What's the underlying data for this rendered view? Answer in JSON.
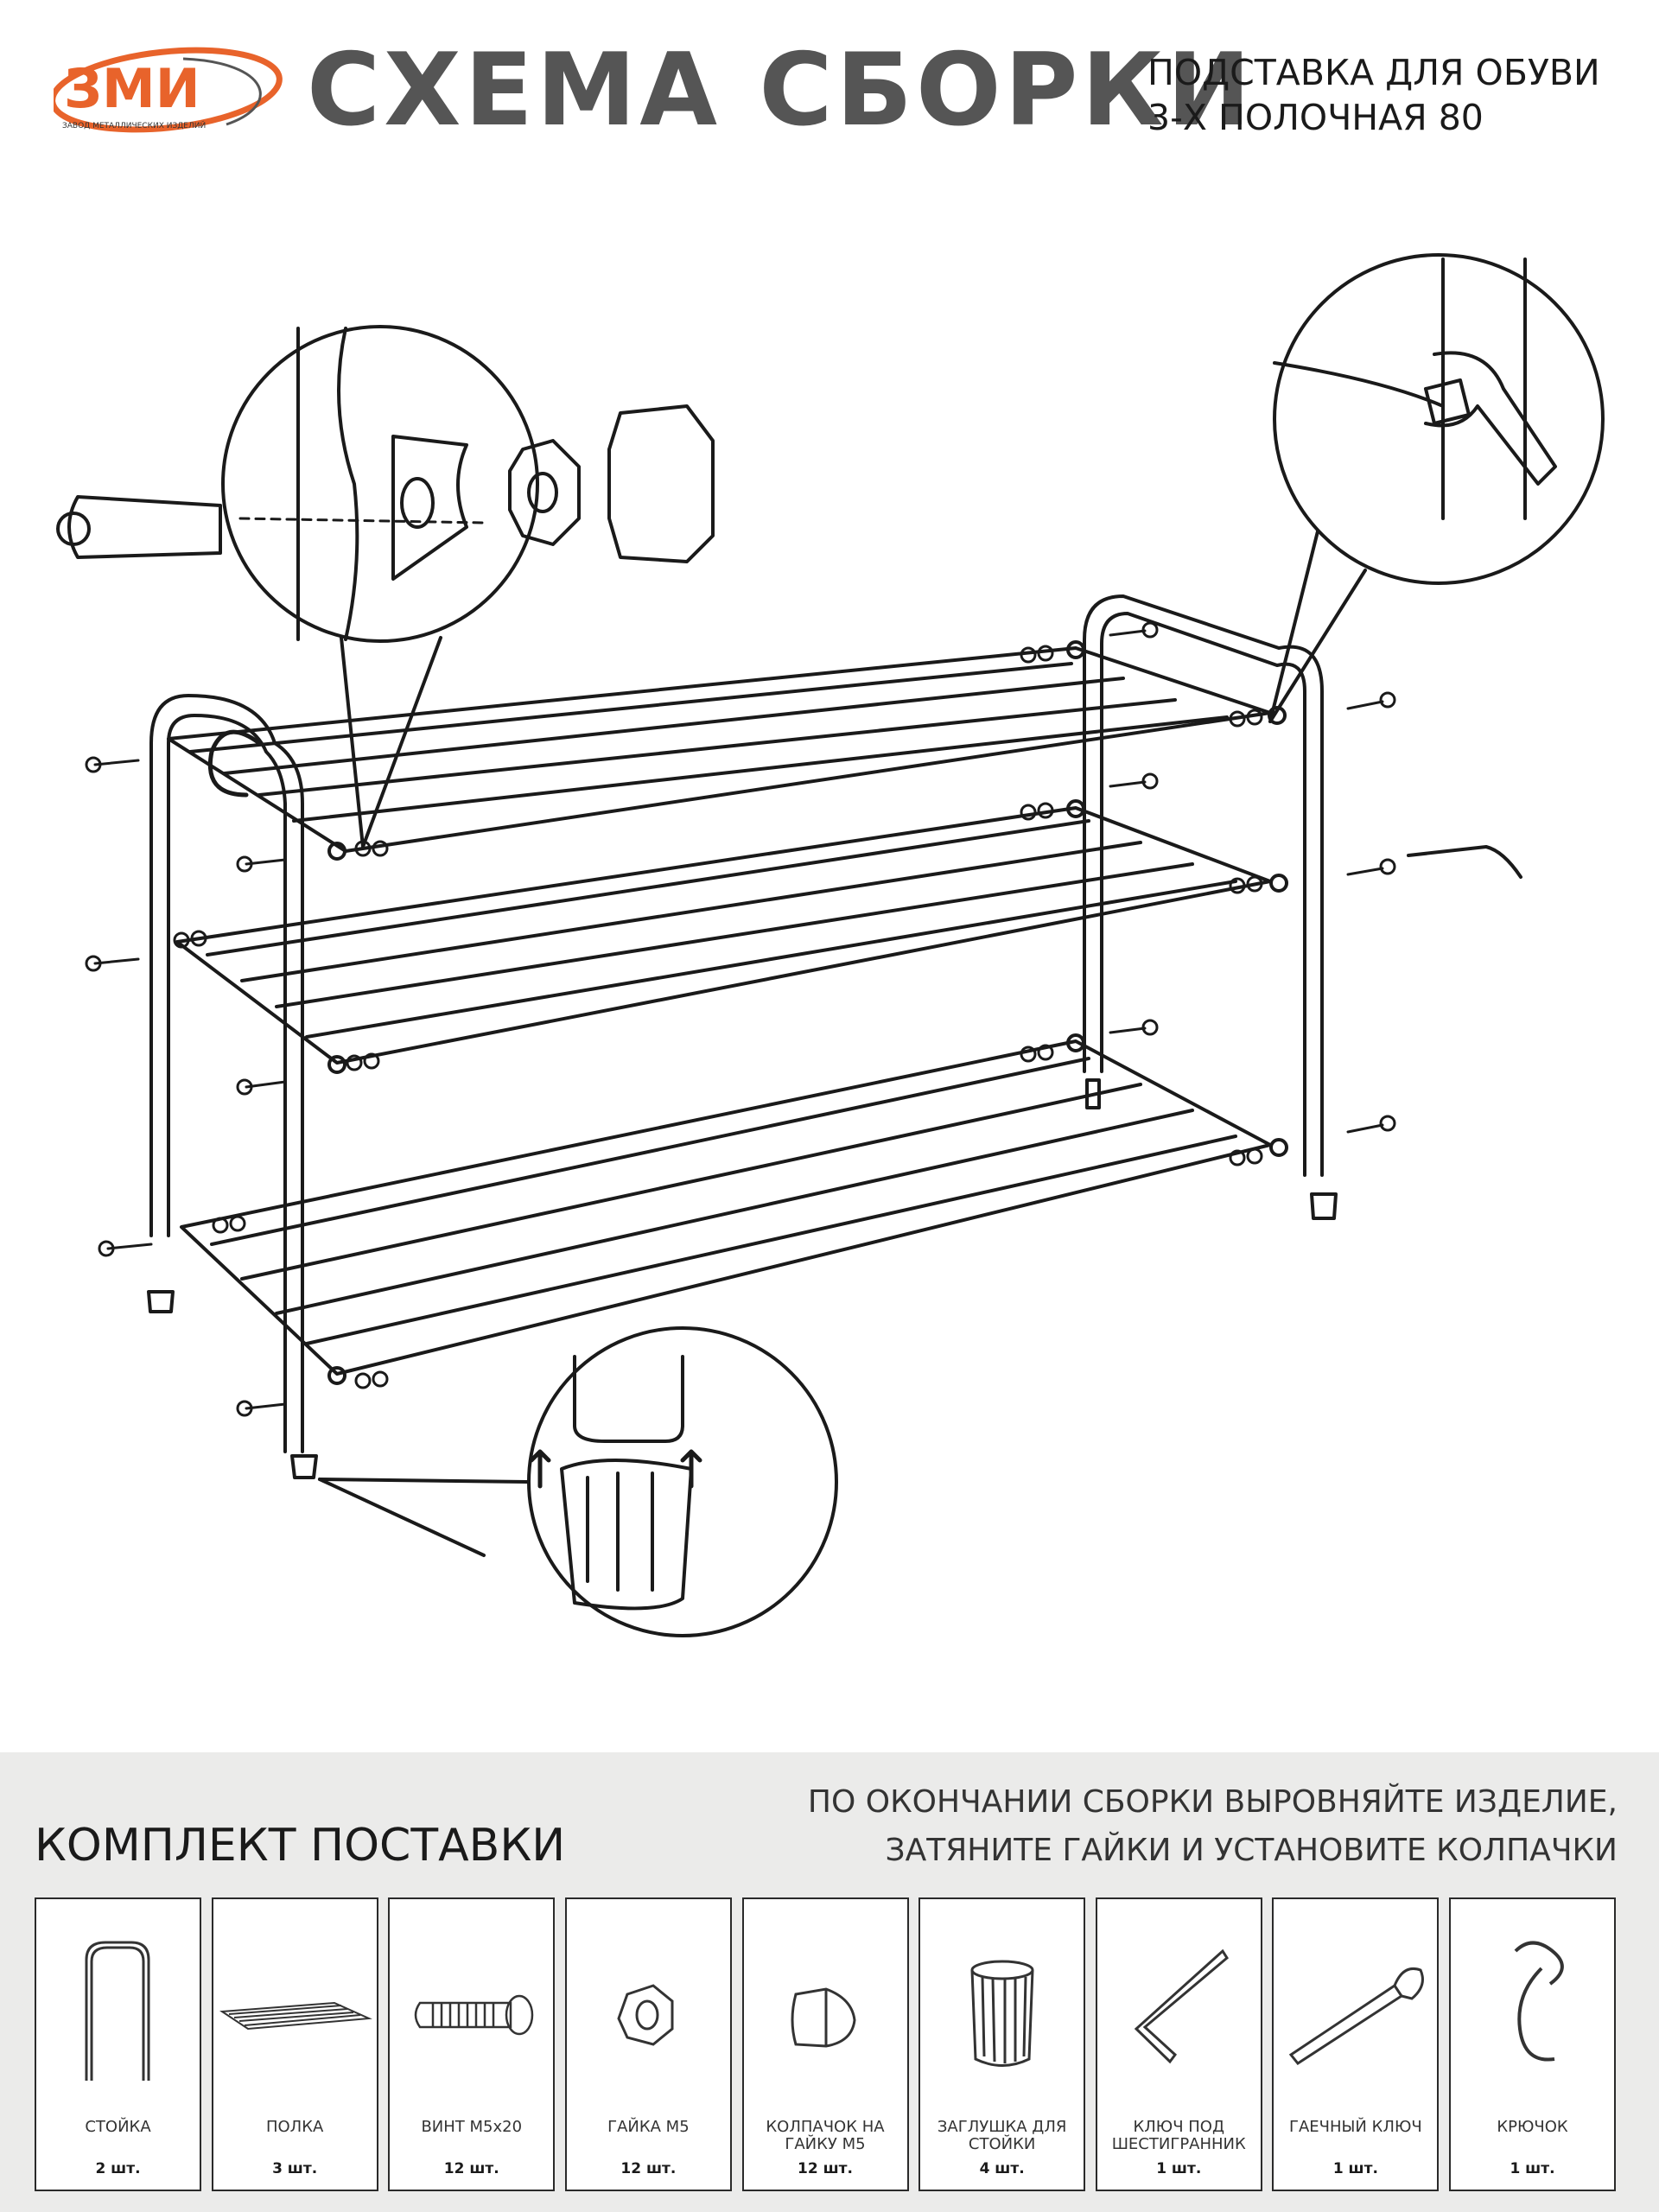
{
  "brand": {
    "logo_text": "ЗМИ",
    "logo_tagline": "ЗАВОД МЕТАЛЛИЧЕСКИХ ИЗДЕЛИЙ",
    "color": "#e8632b"
  },
  "header": {
    "title": "СХЕМА СБОРКИ",
    "subtitle_line1": "ПОДСТАВКА ДЛЯ ОБУВИ",
    "subtitle_line2": "3-Х ПОЛОЧНАЯ 80"
  },
  "notice": {
    "line1": "ПО ОКОНЧАНИИ СБОРКИ ВЫРОВНЯЙТЕ ИЗДЕЛИЕ,",
    "line2": "ЗАТЯНИТЕ ГАЙКИ И УСТАНОВИТЕ КОЛПАЧКИ"
  },
  "kit": {
    "title": "КОМПЛЕКТ ПОСТАВКИ",
    "items": [
      {
        "icon": "rack-post-icon",
        "name": "СТОЙКА",
        "qty": "2 шт."
      },
      {
        "icon": "shelf-icon",
        "name": "ПОЛКА",
        "qty": "3 шт."
      },
      {
        "icon": "screw-icon",
        "name": "ВИНТ М5х20",
        "qty": "12 шт."
      },
      {
        "icon": "nut-icon",
        "name": "ГАЙКА М5",
        "qty": "12 шт."
      },
      {
        "icon": "nut-cap-icon",
        "name": "КОЛПАЧОК НА ГАЙКУ М5",
        "qty": "12 шт."
      },
      {
        "icon": "post-plug-icon",
        "name": "ЗАГЛУШКА ДЛЯ СТОЙКИ",
        "qty": "4 шт."
      },
      {
        "icon": "hex-key-icon",
        "name": "КЛЮЧ ПОД ШЕСТИГРАННИК",
        "qty": "1 шт."
      },
      {
        "icon": "wrench-icon",
        "name": "ГАЕЧНЫЙ КЛЮЧ",
        "qty": "1 шт."
      },
      {
        "icon": "hook-icon",
        "name": "КРЮЧОК",
        "qty": "1 шт."
      }
    ]
  }
}
